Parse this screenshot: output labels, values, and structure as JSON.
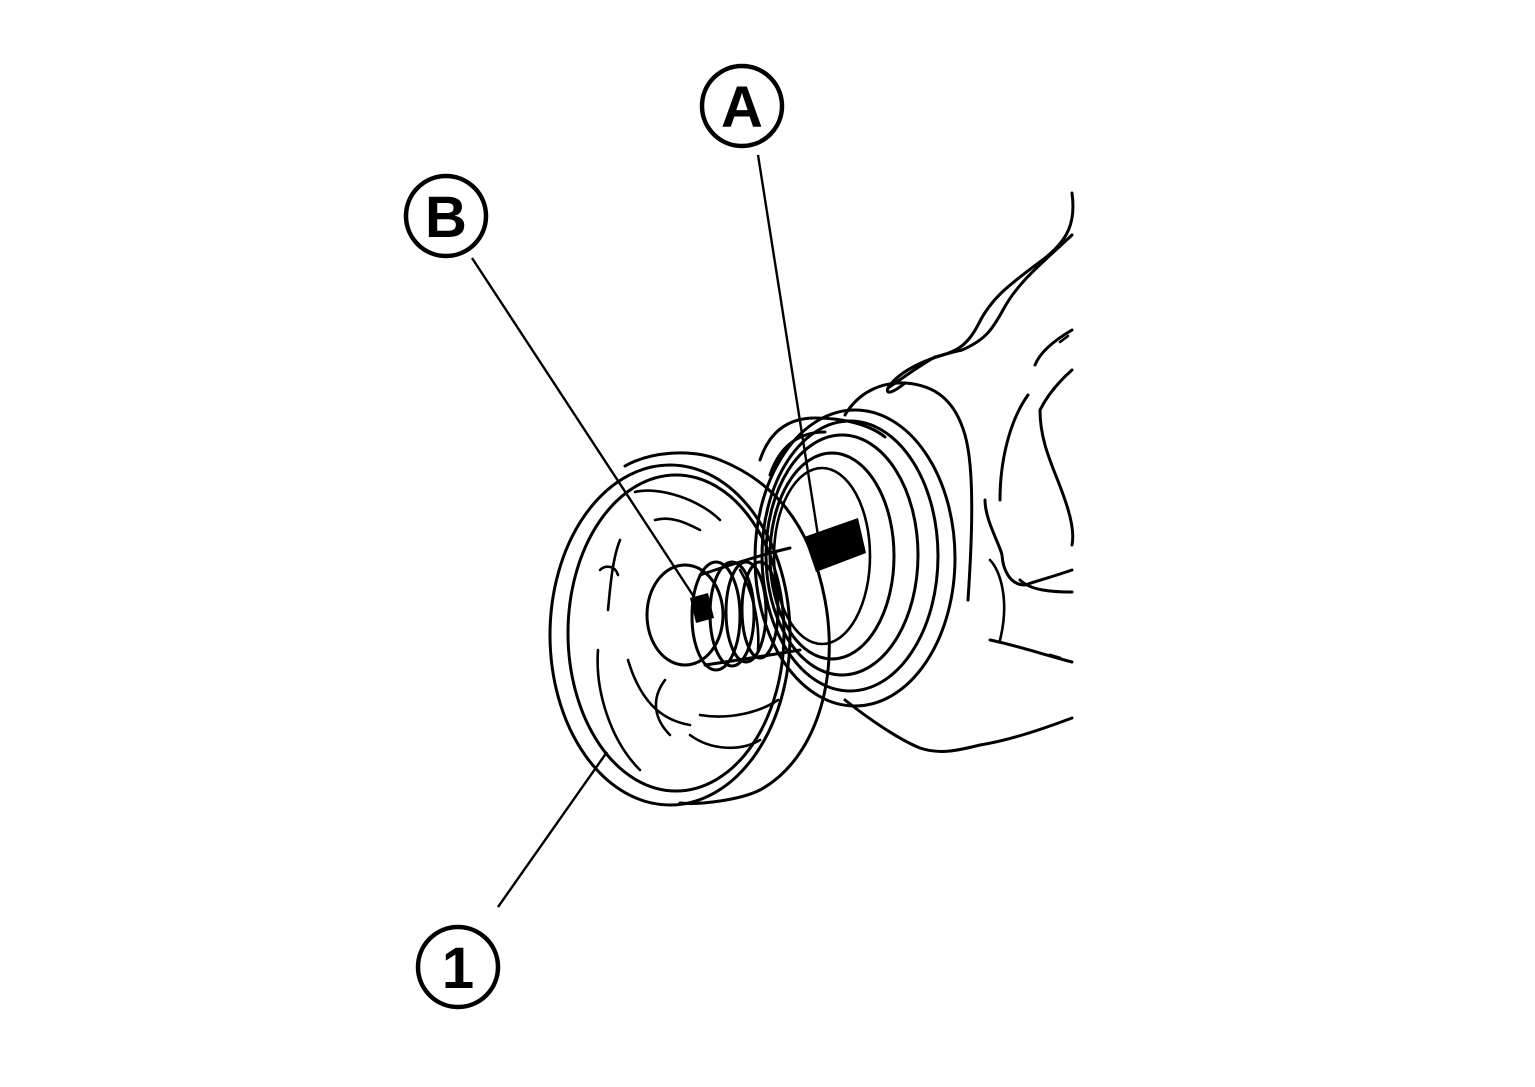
{
  "callouts": {
    "a": "A",
    "b": "B",
    "one": "1"
  }
}
